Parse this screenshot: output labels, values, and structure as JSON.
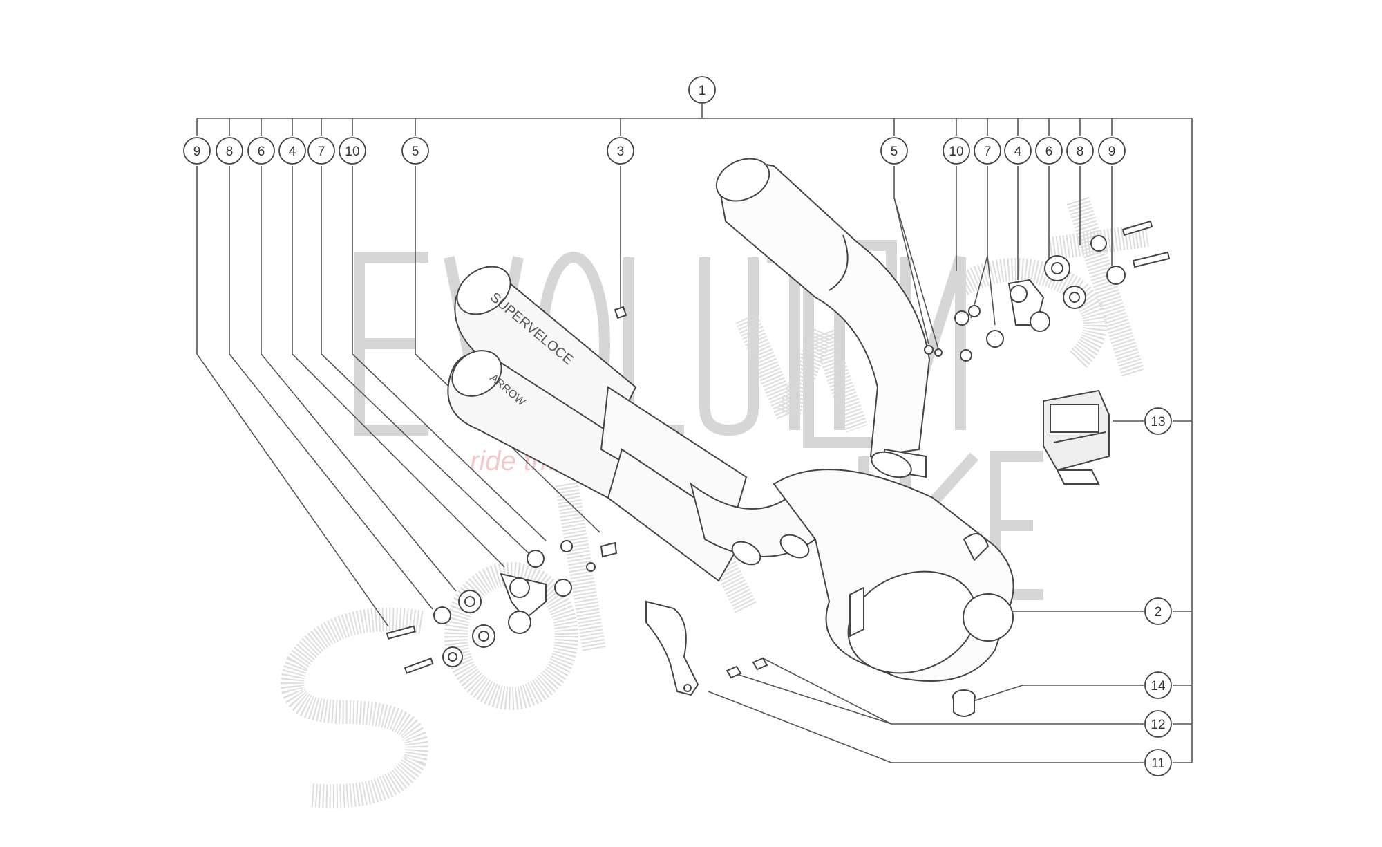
{
  "diagram": {
    "top_callout": "1",
    "left_callouts": [
      "9",
      "8",
      "6",
      "4",
      "7",
      "10",
      "5"
    ],
    "callout_3": "3",
    "right_top_callouts": [
      "5",
      "10",
      "7",
      "4",
      "6",
      "8",
      "9"
    ],
    "right_side_callouts": [
      "13",
      "2",
      "14",
      "12",
      "11"
    ],
    "muffler_logo_upper": "SUPERVELOCE",
    "muffler_logo_lower": "ARROW"
  },
  "watermark": {
    "word1": "Evolution",
    "word2": "Bike",
    "tagline": "ride the power"
  },
  "colors": {
    "line": "#444444",
    "watermark_grey": "#d9d9d9",
    "tagline_red": "#f3c9c9"
  }
}
